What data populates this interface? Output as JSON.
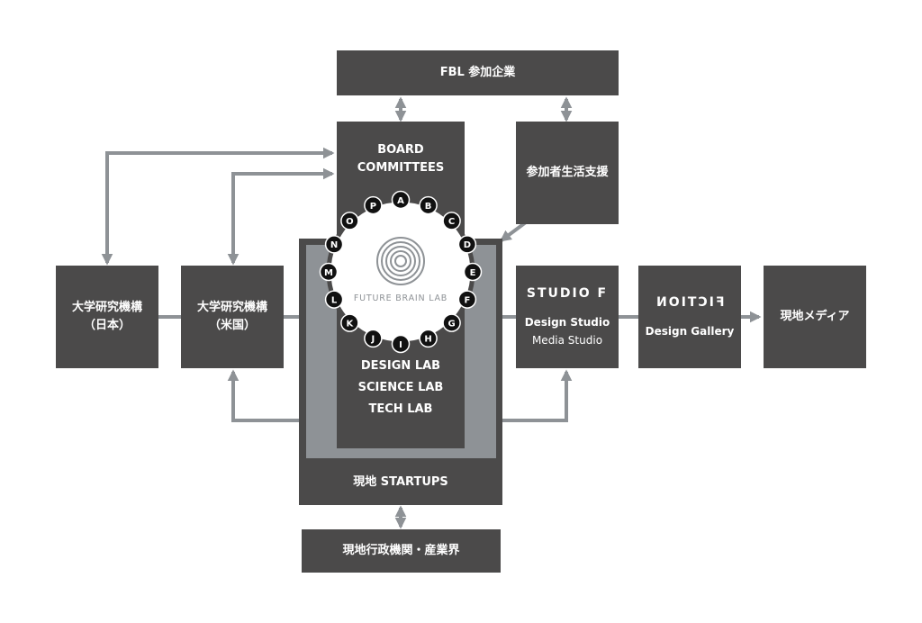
{
  "nodes": {
    "fbl_companies": "FBL 参加企業",
    "board": [
      "BOARD",
      "COMMITTEES"
    ],
    "participant_support": "参加者生活支援",
    "univ_japan": [
      "大学研究機構",
      "（日本）"
    ],
    "univ_usa": [
      "大学研究機構",
      "（米国）"
    ],
    "labs": [
      "DESIGN LAB",
      "SCIENCE LAB",
      "TECH LAB"
    ],
    "local_startups": "現地 STARTUPS",
    "local_gov": "現地行政機関・産業界",
    "studio": {
      "logo": "STUDIO F",
      "line1": "Design Studio",
      "line2": "Media Studio"
    },
    "fiction": {
      "logo": "FICTION",
      "line1": "Design Gallery"
    },
    "local_media": "現地メディア"
  },
  "ring": {
    "letters": [
      "A",
      "B",
      "C",
      "D",
      "E",
      "F",
      "G",
      "H",
      "I",
      "J",
      "K",
      "L",
      "M",
      "N",
      "O",
      "P"
    ],
    "logo_text": "FUTURE BRAIN LAB"
  },
  "colors": {
    "box": "#4b4a4a",
    "inner_frame": "#8e9296",
    "arrow": "#8e9296",
    "ring_dot": "#111111"
  }
}
